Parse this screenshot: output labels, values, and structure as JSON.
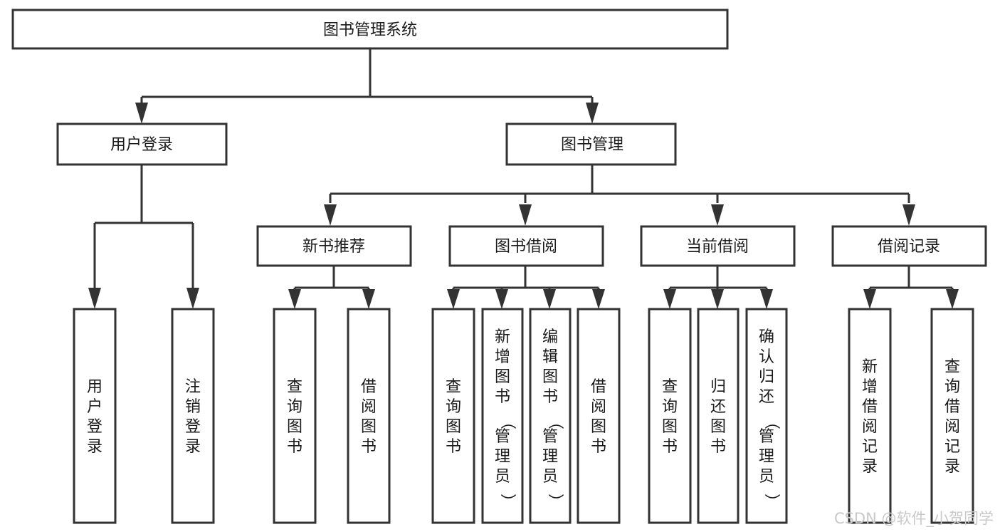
{
  "diagram": {
    "type": "tree-hierarchy",
    "title": "图书管理系统",
    "background_color": "#ffffff",
    "stroke_color": "#333333",
    "text_color": "#1a1a1a",
    "root": {
      "id": "root",
      "label": "图书管理系统",
      "orientation": "horizontal"
    },
    "level2": [
      {
        "id": "user-login",
        "label": "用户登录",
        "orientation": "horizontal"
      },
      {
        "id": "book-manage",
        "label": "图书管理",
        "orientation": "horizontal"
      }
    ],
    "level3": [
      {
        "id": "new-book-recommend",
        "label": "新书推荐",
        "orientation": "horizontal",
        "parent": "book-manage"
      },
      {
        "id": "book-borrow",
        "label": "图书借阅",
        "orientation": "horizontal",
        "parent": "book-manage"
      },
      {
        "id": "current-borrow",
        "label": "当前借阅",
        "orientation": "horizontal",
        "parent": "book-manage"
      },
      {
        "id": "borrow-record",
        "label": "借阅记录",
        "orientation": "horizontal",
        "parent": "book-manage"
      }
    ],
    "leaves": [
      {
        "id": "leaf-user-login",
        "label": "用户登录",
        "orientation": "vertical",
        "parent": "user-login"
      },
      {
        "id": "leaf-user-logout",
        "label": "注销登录",
        "orientation": "vertical",
        "parent": "user-login"
      },
      {
        "id": "leaf-query-book-1",
        "label": "查询图书",
        "orientation": "vertical",
        "parent": "new-book-recommend"
      },
      {
        "id": "leaf-borrow-book-1",
        "label": "借阅图书",
        "orientation": "vertical",
        "parent": "new-book-recommend"
      },
      {
        "id": "leaf-query-book-2",
        "label": "查询图书",
        "orientation": "vertical",
        "parent": "book-borrow"
      },
      {
        "id": "leaf-add-book",
        "label": "新增图书（管理员）",
        "orientation": "vertical",
        "parent": "book-borrow"
      },
      {
        "id": "leaf-edit-book",
        "label": "编辑图书（管理员）",
        "orientation": "vertical",
        "parent": "book-borrow"
      },
      {
        "id": "leaf-borrow-book-2",
        "label": "借阅图书",
        "orientation": "vertical",
        "parent": "book-borrow"
      },
      {
        "id": "leaf-query-book-3",
        "label": "查询图书",
        "orientation": "vertical",
        "parent": "current-borrow"
      },
      {
        "id": "leaf-return-book",
        "label": "归还图书",
        "orientation": "vertical",
        "parent": "current-borrow"
      },
      {
        "id": "leaf-confirm-return",
        "label": "确认归还（管理员）",
        "orientation": "vertical",
        "parent": "current-borrow"
      },
      {
        "id": "leaf-add-record",
        "label": "新增借阅记录",
        "orientation": "vertical",
        "parent": "borrow-record"
      },
      {
        "id": "leaf-query-record",
        "label": "查询借阅记录",
        "orientation": "vertical",
        "parent": "borrow-record"
      }
    ]
  },
  "watermark": {
    "text": "CSDN @软件_小贺同学"
  }
}
